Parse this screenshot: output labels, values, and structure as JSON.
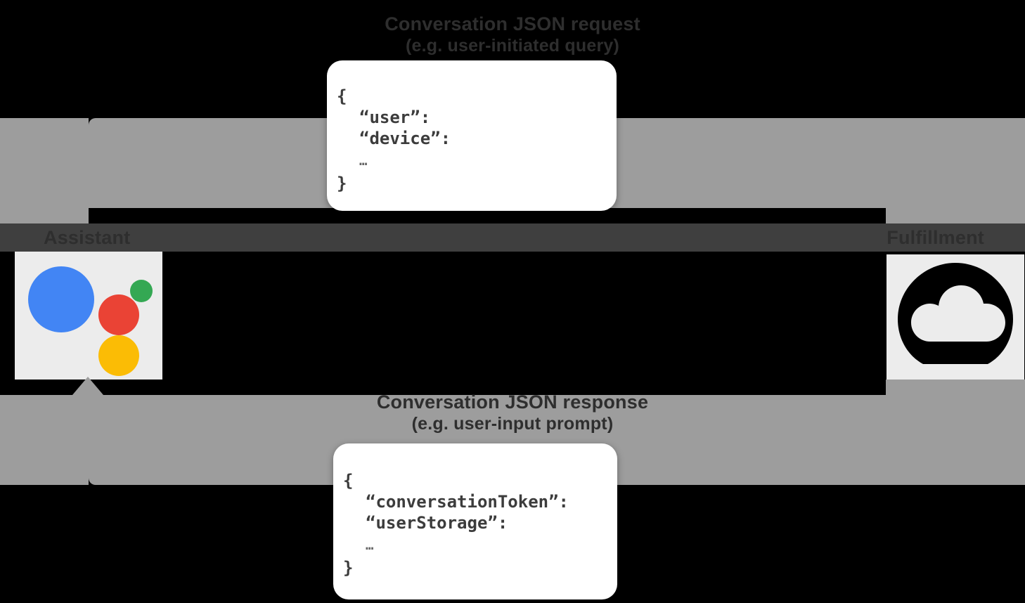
{
  "diagram": {
    "type": "request-response-flow",
    "background_color": "#000000",
    "band_color": "#9d9d9d",
    "label_strip_color": "#3f3f3f"
  },
  "request_flow": {
    "caption_title": "Conversation JSON request",
    "caption_subtitle": "(e.g. user-initiated query)",
    "direction": "assistant-to-fulfillment",
    "card": {
      "lines": [
        "{",
        "“user”:",
        "“device”:",
        "…",
        "}"
      ]
    }
  },
  "response_flow": {
    "caption_title": "Conversation JSON response",
    "caption_subtitle": "(e.g. user-input prompt)",
    "direction": "fulfillment-to-assistant",
    "card": {
      "lines": [
        "{",
        "“conversationToken”:",
        "“userStorage”:",
        "…",
        "}"
      ]
    }
  },
  "nodes": {
    "left": {
      "label": "Assistant",
      "icon": "google-assistant-icon",
      "tile_color": "#ececec",
      "colors": {
        "blue": "#4285f4",
        "green": "#34a853",
        "red": "#ea4335",
        "yellow": "#fbbc05"
      }
    },
    "right": {
      "label": "Fulfillment",
      "icon": "cloud-icon",
      "tile_color": "#ececec",
      "colors": {
        "cloud": "#000000"
      }
    }
  }
}
